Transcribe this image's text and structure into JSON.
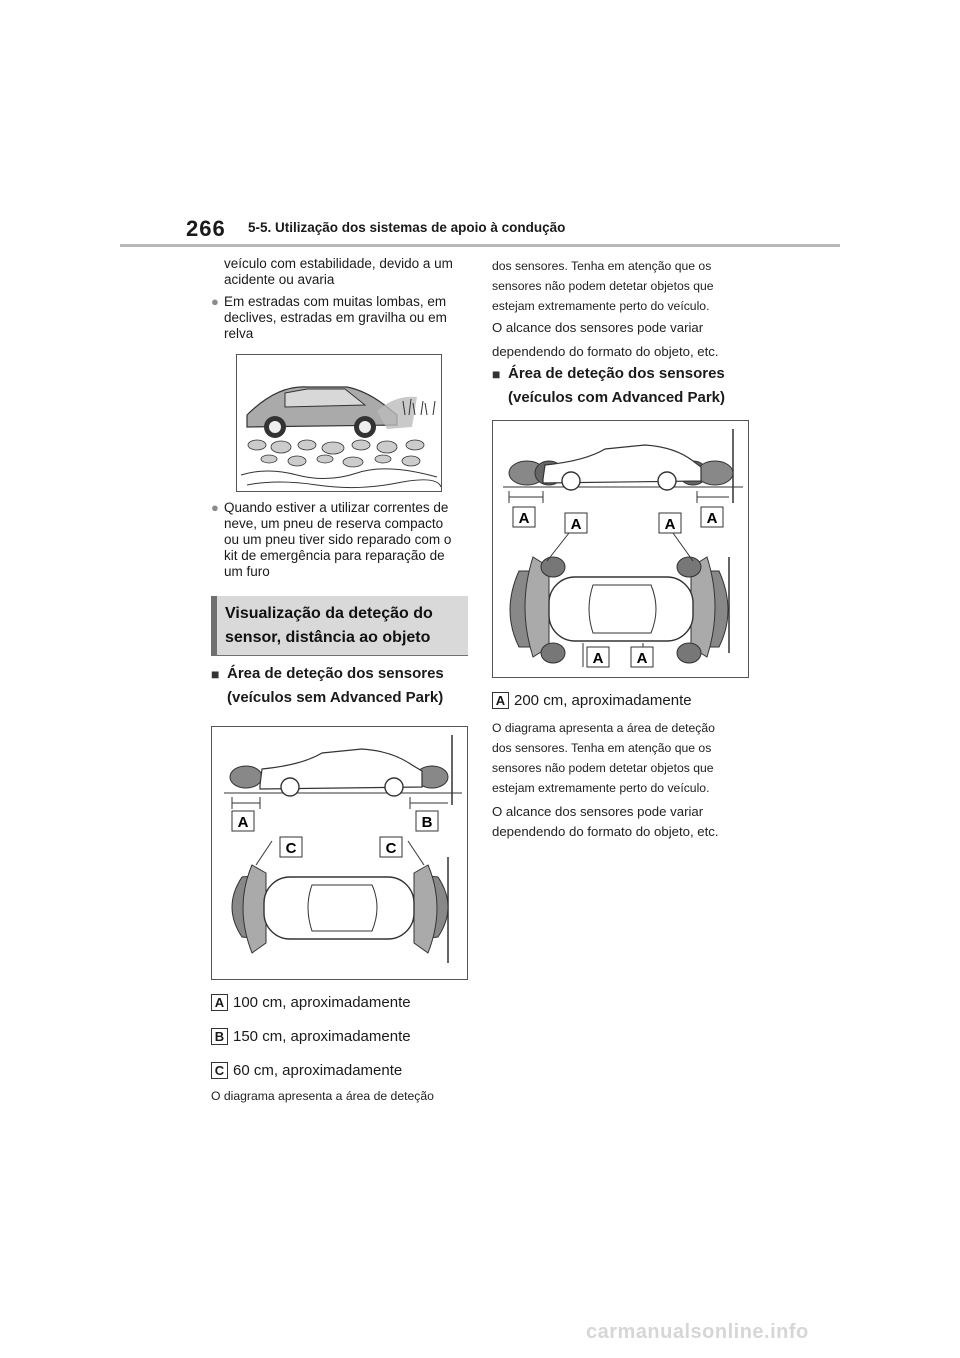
{
  "header": {
    "page_number": "266",
    "section": "5-5. Utilização dos sistemas de apoio à condução"
  },
  "left_column": {
    "para_continuation": [
      "veículo com estabilidade, devido a um",
      "acidente ou avaria"
    ],
    "bullet_1": [
      "Em estradas com muitas lombas, em",
      "declives, estradas em gravilha ou em",
      "relva"
    ],
    "bullet_2": [
      "Quando estiver a utilizar correntes de",
      "neve, um pneu de reserva compacto",
      "ou um pneu tiver sido reparado com o",
      "kit de emergência para reparação de",
      "um furo"
    ],
    "heading_box": [
      "Visualização da deteção do",
      "sensor, distância ao objeto"
    ],
    "subheading": [
      "Área de deteção dos sensores",
      "(veículos sem Advanced Park)"
    ],
    "legend": [
      {
        "key": "A",
        "text": "100 cm, aproximadamente"
      },
      {
        "key": "B",
        "text": "150 cm, aproximadamente"
      },
      {
        "key": "C",
        "text": "60 cm, aproximadamente"
      }
    ],
    "note_start": "O diagrama apresenta a área de deteção"
  },
  "right_column": {
    "note_cont": [
      "dos sensores. Tenha em atenção que os",
      "sensores não podem detetar objetos que",
      "estejam extremamente perto do veículo."
    ],
    "range_note": [
      "O alcance dos sensores pode variar",
      "dependendo do formato do objeto, etc."
    ],
    "subheading": [
      "Área de deteção dos sensores",
      "(veículos com Advanced Park)"
    ],
    "legend": [
      {
        "key": "A",
        "text": "200 cm, aproximadamente"
      }
    ],
    "note": [
      "O diagrama apresenta a área de deteção",
      "dos sensores. Tenha em atenção que os",
      "sensores não podem detetar objetos que",
      "estejam extremamente perto do veículo."
    ],
    "range_note_2": [
      "O alcance dos sensores pode variar",
      "dependendo do formato do objeto, etc."
    ]
  },
  "figures": {
    "fig1_label_a": "A",
    "fig1_label_b": "B",
    "fig1_label_c1": "C",
    "fig1_label_c2": "C",
    "fig2_labels": [
      "A",
      "A",
      "A",
      "A",
      "A",
      "A"
    ]
  },
  "watermark": "carmanualsonline.info"
}
